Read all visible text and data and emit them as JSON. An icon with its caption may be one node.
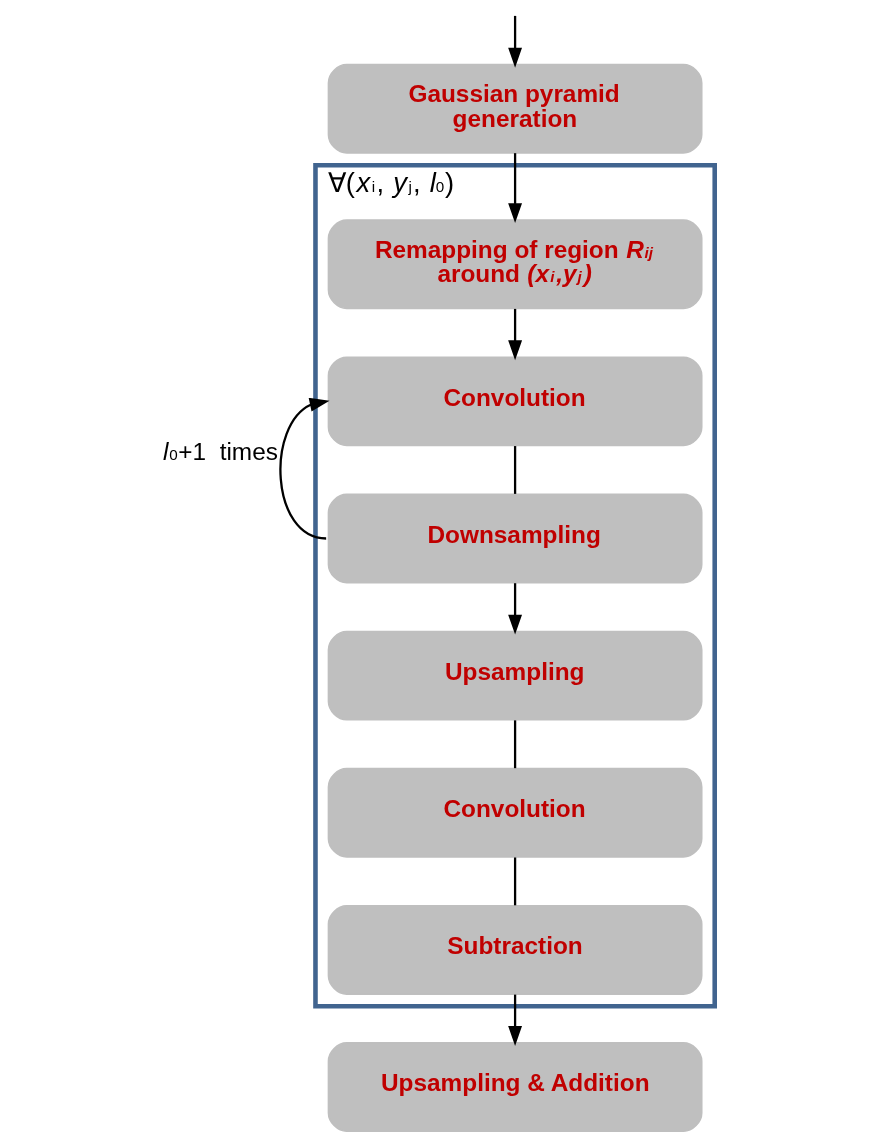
{
  "diagram": {
    "nodes": [
      {
        "text": [
          "Gaussian pyramid generation"
        ]
      },
      {
        "text": [
          "∀(*x*$_{i}$, *y*$_{j}$, *l*$_{0}$)"
        ]
      },
      {
        "text": [
          "Remapping of region *R$_{ij}$* around *(x$_{i}$,y$_{j}$)*"
        ],
        "in": 1
      },
      {
        "text": [
          "Convolution"
        ],
        "in": 1
      },
      {
        "text": [
          "Downsampling"
        ],
        "in": 1
      },
      {
        "text": [
          "Upsampling"
        ],
        "in": 1
      },
      {
        "text": [
          "Convolution"
        ],
        "in": 1
      },
      {
        "text": [
          "Subtraction"
        ],
        "in": 1
      },
      {
        "text": [
          "Upsampling & Addition"
        ]
      }
    ],
    "edges": [
      {
        "from": null,
        "to": 0,
        "arrow": "to"
      },
      {
        "from": 0,
        "to": 2,
        "arrow": "to"
      },
      {
        "from": 2,
        "to": 3,
        "arrow": "to"
      },
      {
        "from": 3,
        "to": 4,
        "arrow": "none"
      },
      {
        "from": 4,
        "to": 3,
        "arrow": "to",
        "label": "*l*$_{0}$+1  times"
      },
      {
        "from": 4,
        "to": 5,
        "arrow": "to"
      },
      {
        "from": 5,
        "to": 6,
        "arrow": "none"
      },
      {
        "from": 6,
        "to": 7,
        "arrow": "none"
      },
      {
        "from": 7,
        "to": 8,
        "arrow": "to"
      }
    ]
  }
}
